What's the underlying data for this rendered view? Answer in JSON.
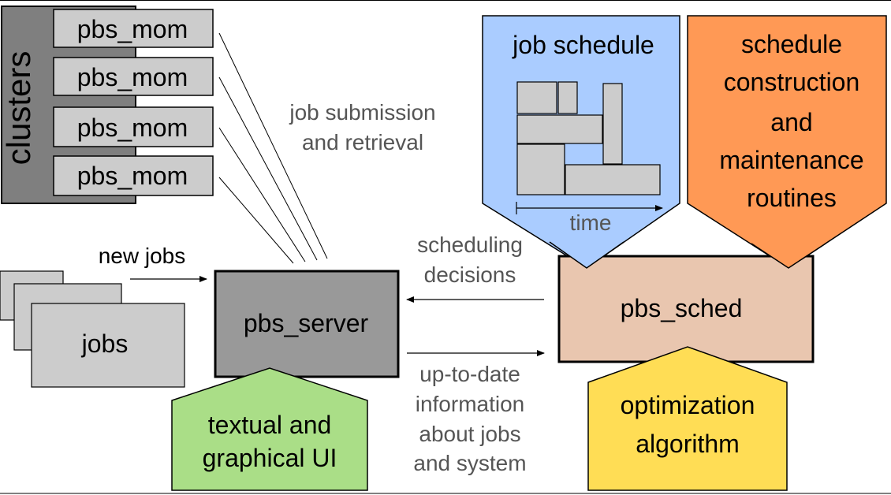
{
  "clusters": {
    "label": "clusters",
    "moms": [
      "pbs_mom",
      "pbs_mom",
      "pbs_mom",
      "pbs_mom"
    ]
  },
  "labels": {
    "job_submission": [
      "job submission",
      "and retrieval"
    ],
    "new_jobs": "new jobs",
    "jobs": "jobs",
    "pbs_server": "pbs_server",
    "pbs_sched": "pbs_sched",
    "scheduling_decisions": [
      "scheduling",
      "decisions"
    ],
    "up_to_date": [
      "up-to-date",
      "information",
      "about jobs",
      "and system"
    ]
  },
  "job_schedule": {
    "title": "job schedule",
    "axis_label": "time"
  },
  "schedule_routines": [
    "schedule",
    "construction",
    "and",
    "maintenance",
    "routines"
  ],
  "ui": [
    "textual and",
    "graphical UI"
  ],
  "optimization": [
    "optimization",
    "algorithm"
  ],
  "colors": {
    "gray_dark": "#7f7f7f",
    "gray_mid": "#999999",
    "gray_light": "#cccccc",
    "blue": "#aaccff",
    "orange": "#ff9955",
    "peach": "#e9c6af",
    "green": "#aade87",
    "yellow": "#ffdd55",
    "text": "#000000",
    "muted_text": "#555555"
  }
}
